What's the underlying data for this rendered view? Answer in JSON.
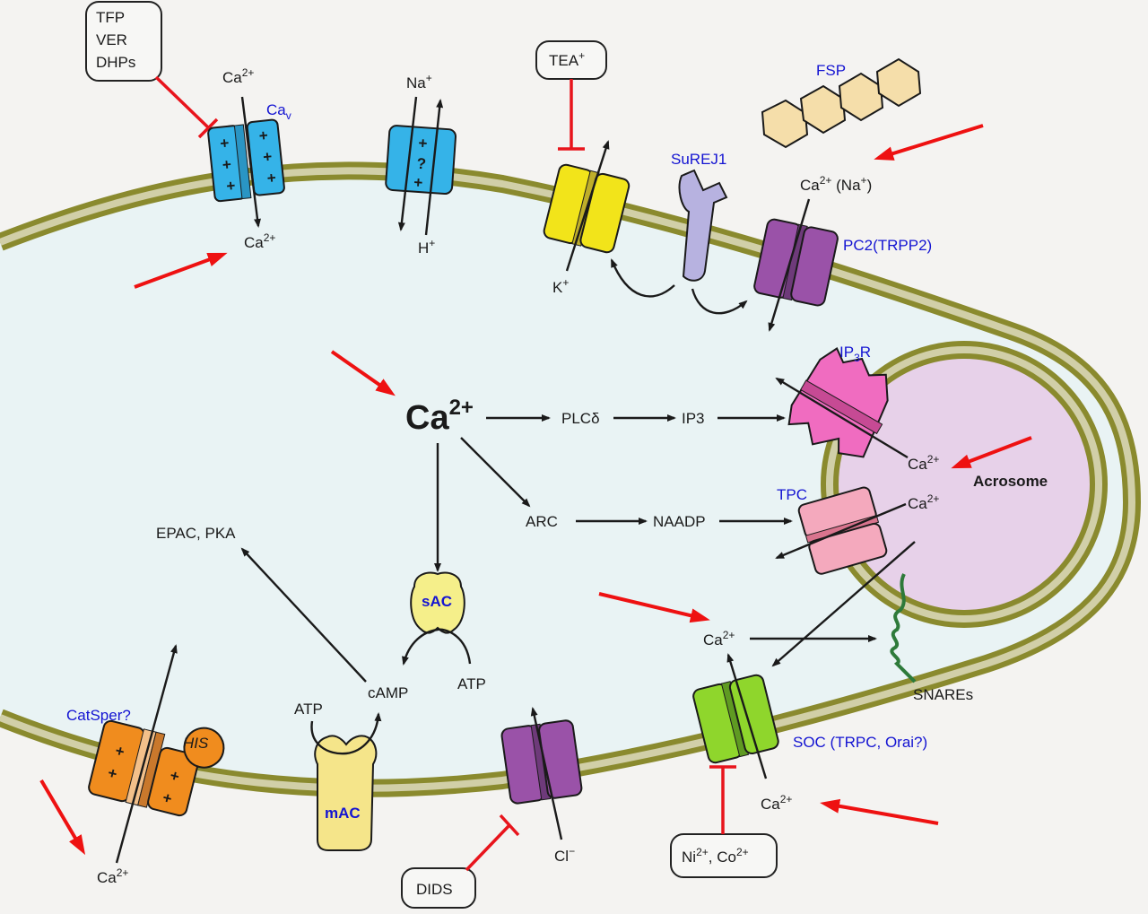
{
  "colors": {
    "background": "#f4f3f1",
    "cytoplasm": "#e9f3f4",
    "membrane_dark": "#8a8a2e",
    "membrane_light": "#d1cfa8",
    "acrosome": "#e7d1e9",
    "label_blue": "#1414d2",
    "inhibitor_red": "#e8141c"
  },
  "inhibitors": {
    "cav_blockers": [
      "TFP",
      "VER",
      "DHPs"
    ],
    "tea": {
      "base": "TEA",
      "sup": "+"
    },
    "dids": "DIDS",
    "ni_co": {
      "a": "Ni",
      "a_sup": "2+",
      "sep": ", Co",
      "b_sup": "2+"
    }
  },
  "channels": {
    "cav": {
      "name": "Ca",
      "sub": "v",
      "top_ion": "Ca",
      "top_sup": "2+",
      "bottom_ion": "Ca",
      "bottom_sup": "2+",
      "marks": "+"
    },
    "nhe": {
      "top_ion": "Na",
      "top_sup": "+",
      "bottom_ion": "H",
      "bottom_sup": "+",
      "marks": [
        "+",
        "?",
        "+"
      ]
    },
    "k": {
      "ion": "K",
      "ion_sup": "+"
    },
    "surej1": {
      "name": "SuREJ1"
    },
    "pc2": {
      "name": "PC2(TRPP2)",
      "ion": "Ca",
      "ion_sup": "2+",
      "ion_extra": " (Na",
      "ion_extra_sup": "+",
      "ion_extra_end": ")"
    },
    "fsp": {
      "name": "FSP"
    },
    "ip3r": {
      "name": "IP",
      "sub": "3",
      "name_end": "R",
      "ion": "Ca",
      "ion_sup": "2+"
    },
    "tpc": {
      "name": "TPC",
      "ion": "Ca",
      "ion_sup": "2+"
    },
    "catsper": {
      "name": "CatSper?",
      "his": "HIS",
      "ion": "Ca",
      "ion_sup": "2+"
    },
    "mac": {
      "name": "mAC"
    },
    "sac": {
      "name": "sAC"
    },
    "cl": {
      "ion": "Cl",
      "ion_sup": "−"
    },
    "soc": {
      "name": "SOC (TRPC, Orai?)",
      "ion": "Ca",
      "ion_sup": "2+"
    },
    "snares": {
      "name": "SNAREs"
    }
  },
  "pathway": {
    "ca_center": {
      "base": "Ca",
      "sup": "2+"
    },
    "plc": "PLCδ",
    "ip3": "IP3",
    "arc": "ARC",
    "naadp": "NAADP",
    "epac_pka": "EPAC, PKA",
    "camp": "cAMP",
    "atp_sac": "ATP",
    "atp_mac": "ATP",
    "ca_soc_inner": {
      "base": "Ca",
      "sup": "2+"
    },
    "acrosome": "Acrosome"
  }
}
